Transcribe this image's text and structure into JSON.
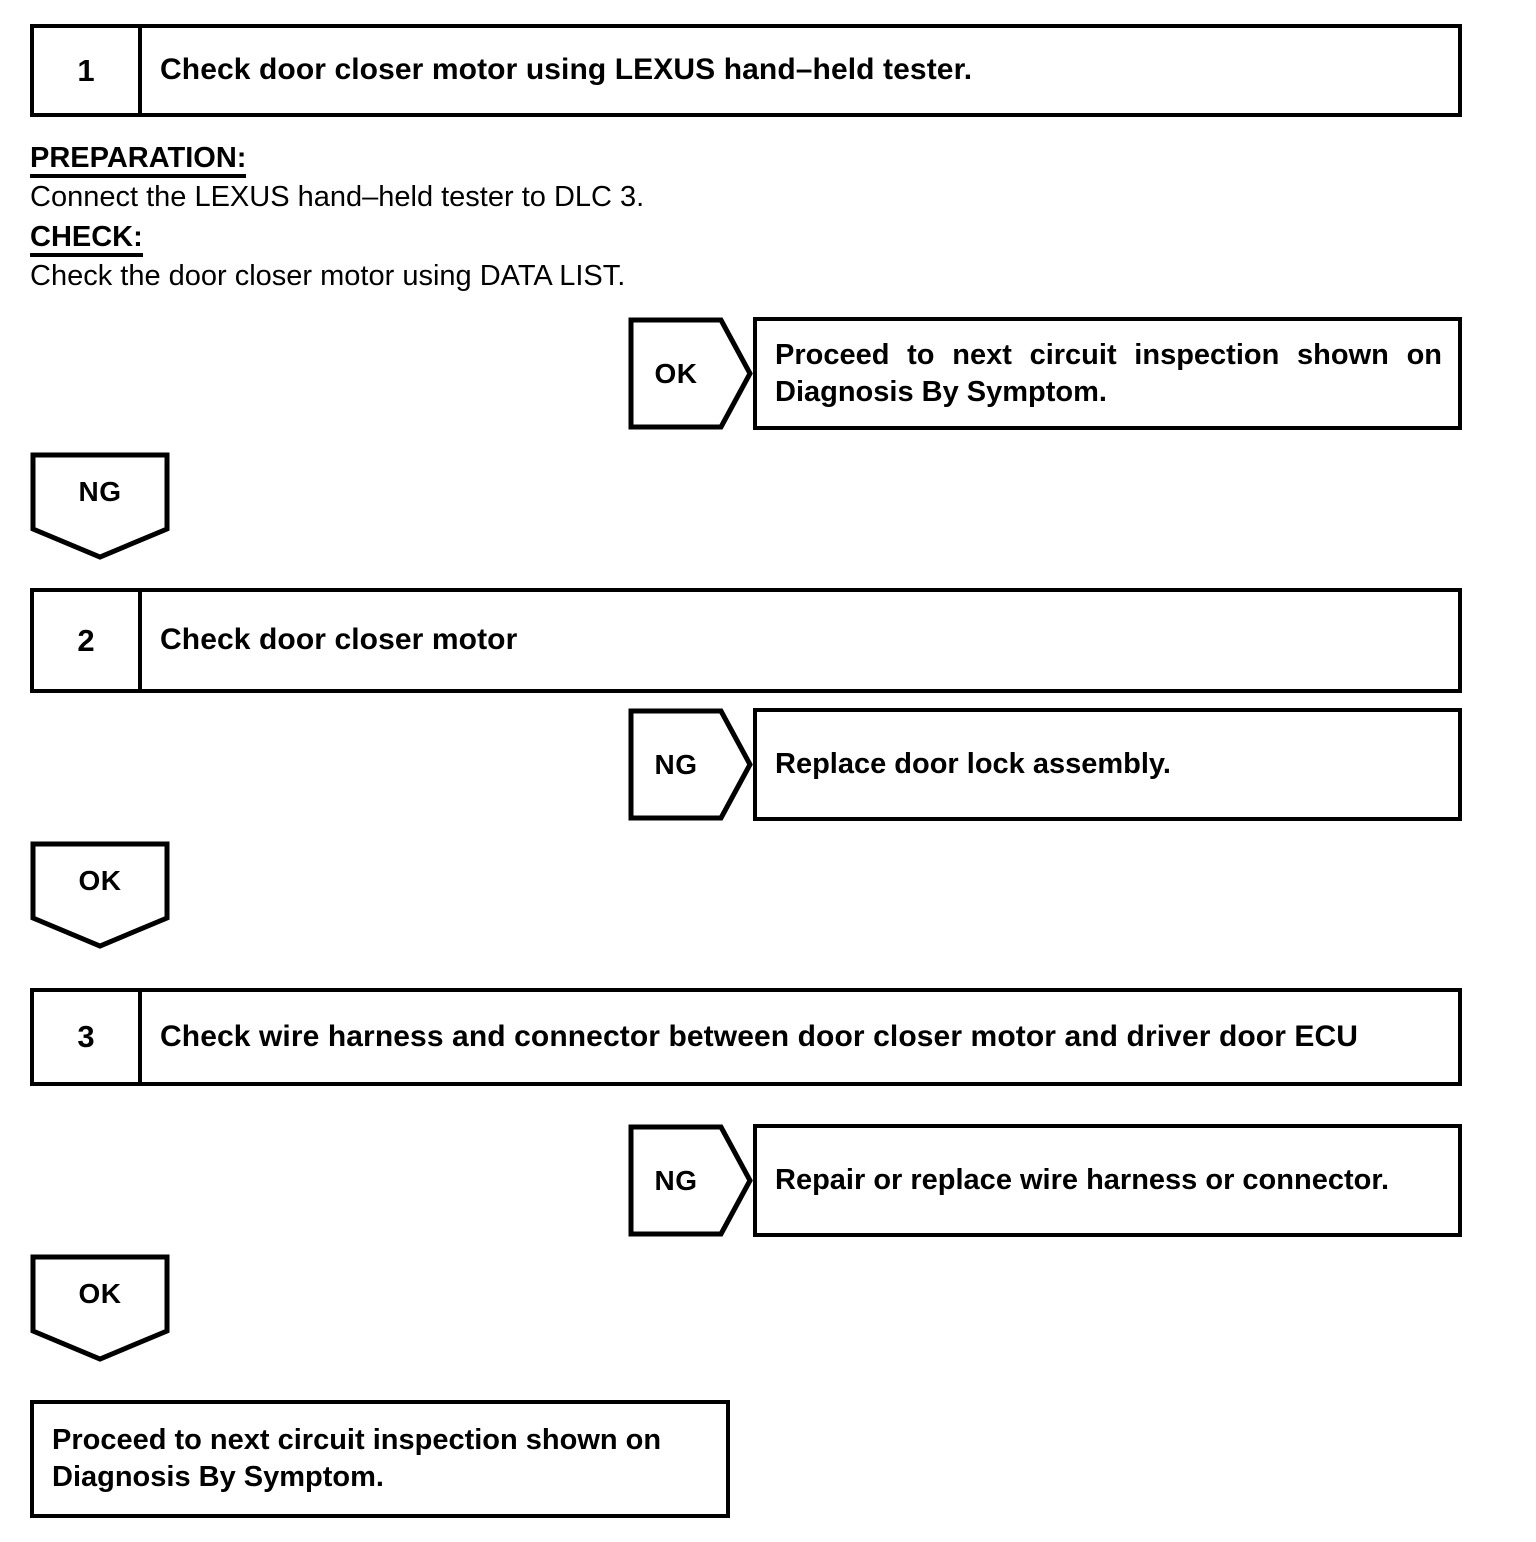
{
  "document": {
    "type": "diagnostic-flowchart",
    "line_color": "#000000",
    "background": "#ffffff"
  },
  "steps": [
    {
      "number": "1",
      "title": "Check door closer motor using LEXUS hand–held tester."
    },
    {
      "number": "2",
      "title": "Check door closer motor"
    },
    {
      "number": "3",
      "title": "Check wire harness and connector between door closer motor and driver door ECU"
    }
  ],
  "preparation": {
    "heading": "PREPARATION:",
    "body": "Connect the LEXUS hand–held tester to DLC 3."
  },
  "check": {
    "heading": "CHECK:",
    "body": "Check the door closer motor using DATA LIST."
  },
  "branches": {
    "step1_ok": {
      "label": "OK",
      "result_line1": "Proceed to next circuit inspection shown on",
      "result_line2": "Diagnosis By Symptom."
    },
    "step1_ng": {
      "label": "NG"
    },
    "step2_ng": {
      "label": "NG",
      "result": "Replace door lock assembly."
    },
    "step2_ok": {
      "label": "OK"
    },
    "step3_ng": {
      "label": "NG",
      "result": "Repair or replace wire harness or connector."
    },
    "step3_ok": {
      "label": "OK"
    }
  },
  "final": {
    "line1": "Proceed to next circuit inspection shown on",
    "line2": "Diagnosis By Symptom."
  }
}
